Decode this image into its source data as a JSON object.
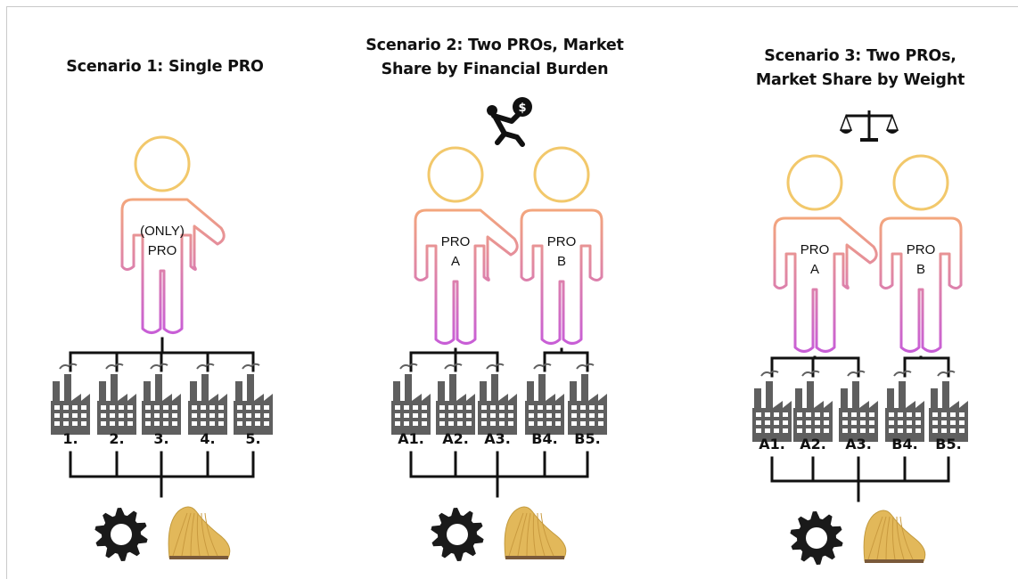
{
  "scenarios": [
    {
      "id": "s1",
      "title_lines": [
        "Scenario 1: Single PRO"
      ],
      "pros": [
        {
          "lines": [
            "(ONLY)",
            "PRO"
          ]
        }
      ],
      "factories": [
        "1.",
        "2.",
        "3.",
        "4.",
        "5."
      ],
      "symbol_icon": null
    },
    {
      "id": "s2",
      "title_lines": [
        "Scenario 2: Two PROs, Market",
        "Share by Financial Burden"
      ],
      "pros": [
        {
          "lines": [
            "PRO",
            "A"
          ]
        },
        {
          "lines": [
            "PRO",
            "B"
          ]
        }
      ],
      "factories": [
        "A1.",
        "A2.",
        "A3.",
        "B4.",
        "B5."
      ],
      "symbol_icon": "person-carrying-money-bag-icon"
    },
    {
      "id": "s3",
      "title_lines": [
        "Scenario 3: Two PROs,",
        "Market Share by Weight"
      ],
      "pros": [
        {
          "lines": [
            "PRO",
            "A"
          ]
        },
        {
          "lines": [
            "PRO",
            "B"
          ]
        }
      ],
      "factories": [
        "A1.",
        "A2.",
        "A3.",
        "B4.",
        "B5."
      ],
      "symbol_icon": "balance-scale-icon"
    }
  ],
  "icons": {
    "factory": "factory-icon",
    "gear": "gear-icon",
    "material": "material-pellet-icon"
  },
  "colors": {
    "head_stroke": "#f2c86b",
    "body_gradient_top": "#f3a67d",
    "body_gradient_bottom": "#c85ed6",
    "factory": "#5f5f5f",
    "gear": "#1a1a1a",
    "material_fill": "#e2b85a",
    "material_base": "#7a5a3a"
  }
}
